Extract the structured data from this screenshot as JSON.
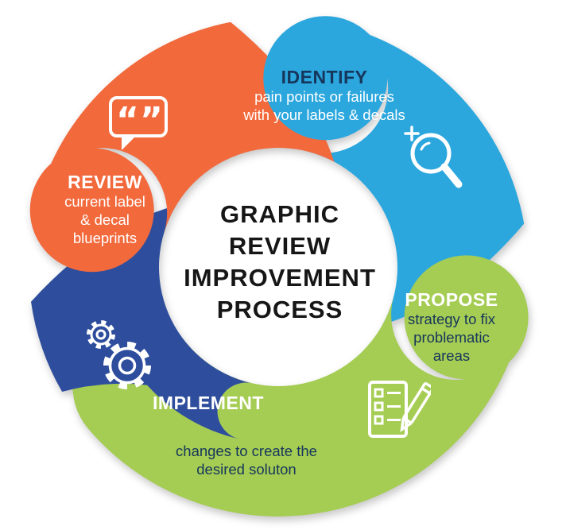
{
  "diagram": {
    "center_lines": [
      "GRAPHIC",
      "REVIEW",
      "IMPROVEMENT",
      "PROCESS"
    ]
  },
  "steps": {
    "identify": {
      "title": "IDENTIFY",
      "line1": "pain points or failures",
      "line2": "with your labels & decals"
    },
    "propose": {
      "title": "PROPOSE",
      "line1": "strategy to fix",
      "line2": "problematic",
      "line3": "areas"
    },
    "implement": {
      "title": "IMPLEMENT",
      "line1": "changes to create the",
      "line2": "desired soluton"
    },
    "review": {
      "title": "REVIEW",
      "line1": "current label",
      "line2": "& decal",
      "line3": "blueprints"
    }
  },
  "icons": {
    "identify": "magnifying-glass-icon",
    "propose": "checklist-pencil-icon",
    "implement": "gears-icon",
    "review": "quote-bubble-icon"
  },
  "colors": {
    "identify": "#2BA7DE",
    "propose": "#A5CC53",
    "implement": "#2E4E9D",
    "review": "#F2693C",
    "dark_text": "#16365C",
    "center_text": "#161616",
    "icon_white": "#FFFFFF"
  }
}
